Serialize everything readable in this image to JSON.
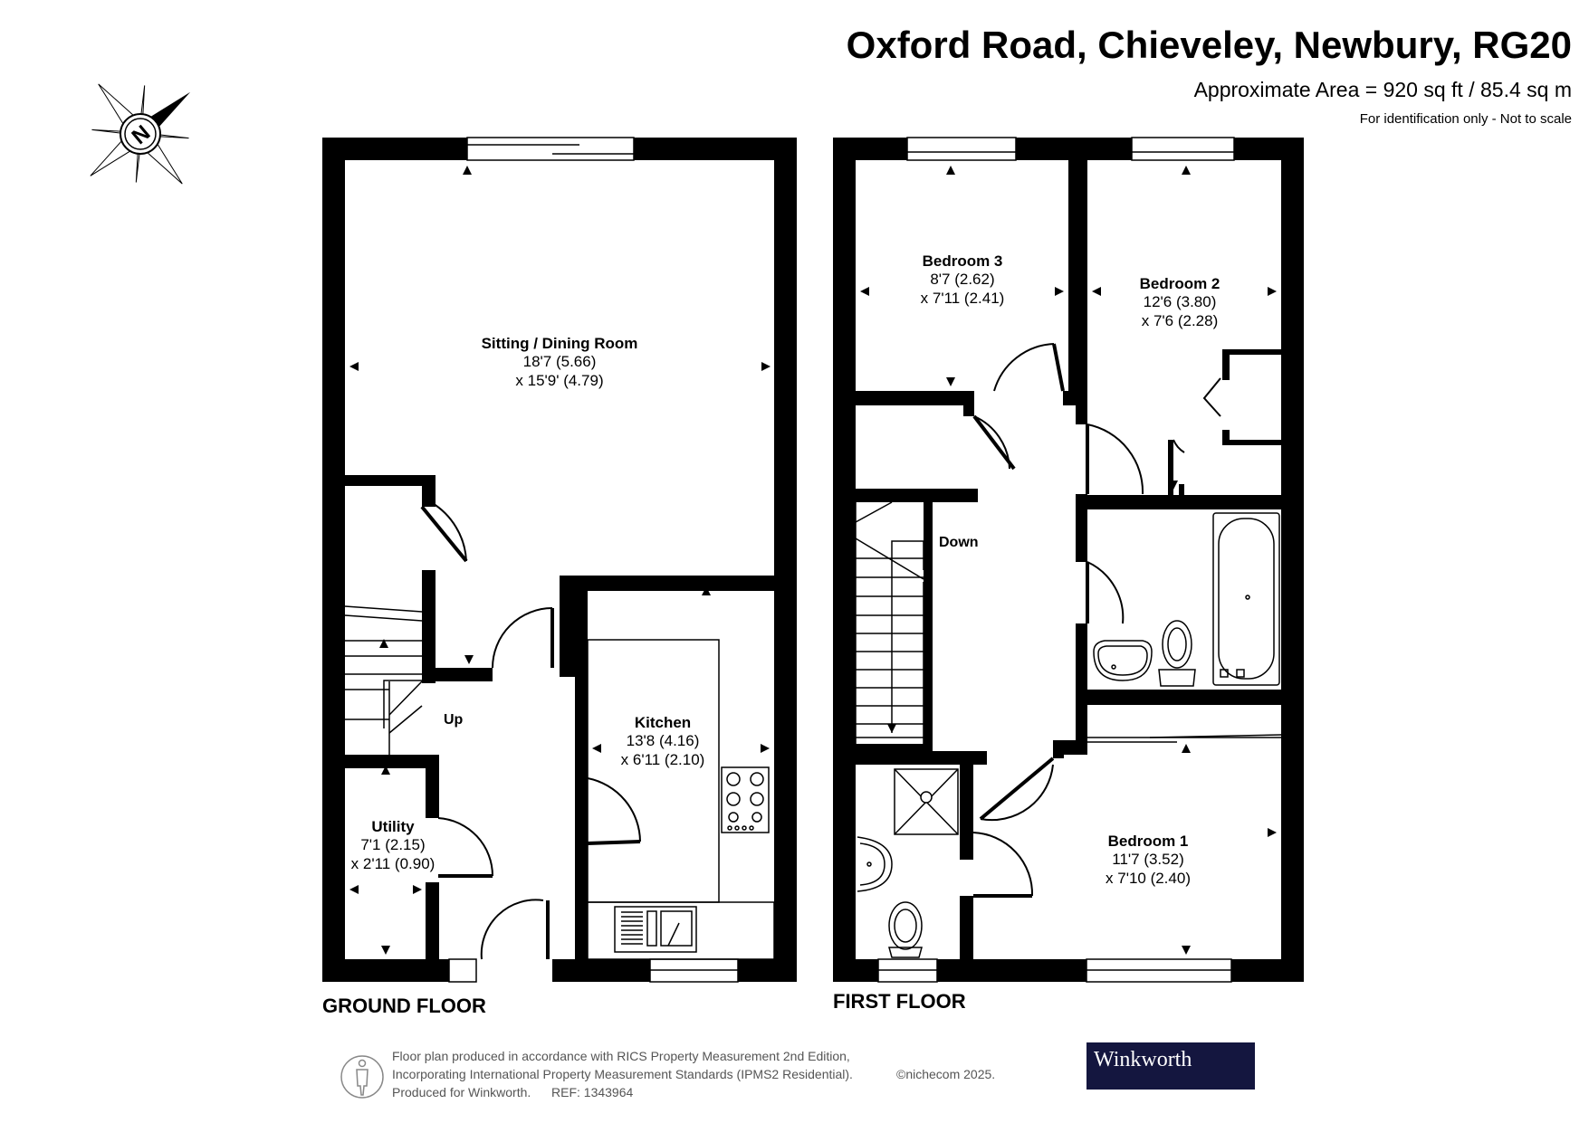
{
  "header": {
    "title": "Oxford Road, Chieveley, Newbury, RG20",
    "area": "Approximate Area = 920 sq ft / 85.4 sq m",
    "note": "For identification only - Not to scale"
  },
  "compass": {
    "letter": "N"
  },
  "floors": {
    "ground": {
      "label": "GROUND FLOOR"
    },
    "first": {
      "label": "FIRST FLOOR"
    }
  },
  "rooms": {
    "sitting": {
      "name": "Sitting / Dining Room",
      "dim1": "18'7 (5.66)",
      "dim2": "x 15'9' (4.79)"
    },
    "kitchen": {
      "name": "Kitchen",
      "dim1": "13'8 (4.16)",
      "dim2": "x 6'11 (2.10)"
    },
    "utility": {
      "name": "Utility",
      "dim1": "7'1 (2.15)",
      "dim2": "x 2'11 (0.90)"
    },
    "bedroom3": {
      "name": "Bedroom 3",
      "dim1": "8'7 (2.62)",
      "dim2": "x 7'11 (2.41)"
    },
    "bedroom2": {
      "name": "Bedroom 2",
      "dim1": "12'6 (3.80)",
      "dim2": "x 7'6 (2.28)"
    },
    "bedroom1": {
      "name": "Bedroom 1",
      "dim1": "11'7 (3.52)",
      "dim2": "x 7'10 (2.40)"
    }
  },
  "stairs": {
    "up": "Up",
    "down": "Down"
  },
  "footer": {
    "line1": "Floor plan produced in accordance with RICS Property Measurement 2nd Edition,",
    "line2": "Incorporating International Property Measurement Standards (IPMS2 Residential).",
    "copyright": "©nichecom 2025.",
    "line3": "Produced for Winkworth.",
    "ref": "REF: 1343964"
  },
  "brand": {
    "name": "Winkworth",
    "bg_color": "#14163f"
  }
}
